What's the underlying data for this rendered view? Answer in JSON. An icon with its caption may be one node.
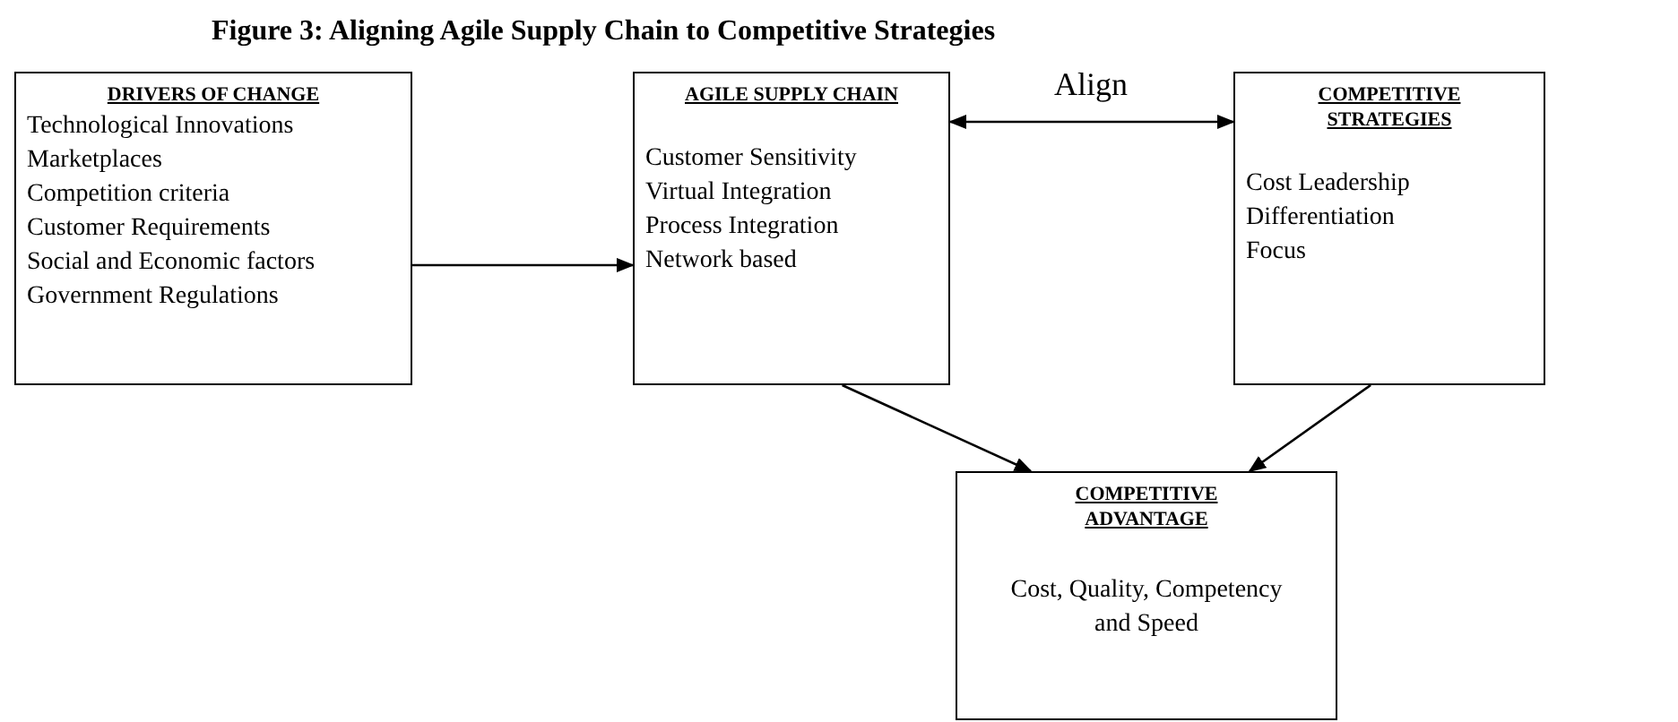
{
  "diagram": {
    "title": "Figure 3: Aligning Agile Supply Chain to Competitive Strategies",
    "nodes": [
      {
        "text": [
          "DRIVERS OF CHANGE",
          "Technological Innovations",
          "Marketplaces",
          "Competition criteria",
          "Customer Requirements",
          "Social and Economic factors",
          "Government Regulations"
        ]
      },
      {
        "text": [
          "AGILE SUPPLY CHAIN",
          "Customer Sensitivity",
          "Virtual Integration",
          "Process Integration",
          "Network based"
        ]
      },
      {
        "text": [
          "COMPETITIVE STRATEGIES",
          "Cost Leadership",
          "Differentiation",
          "Focus"
        ]
      },
      {
        "text": [
          "COMPETITIVE ADVANTAGE",
          "Cost, Quality, Competency and Speed"
        ]
      }
    ],
    "edges": [
      {
        "from": 0,
        "to": 1,
        "arrow": "to"
      },
      {
        "from": 1,
        "to": 2,
        "arrow": "both",
        "label": "Align"
      },
      {
        "from": 1,
        "to": 3,
        "arrow": "to"
      },
      {
        "from": 2,
        "to": 3,
        "arrow": "to"
      }
    ]
  }
}
